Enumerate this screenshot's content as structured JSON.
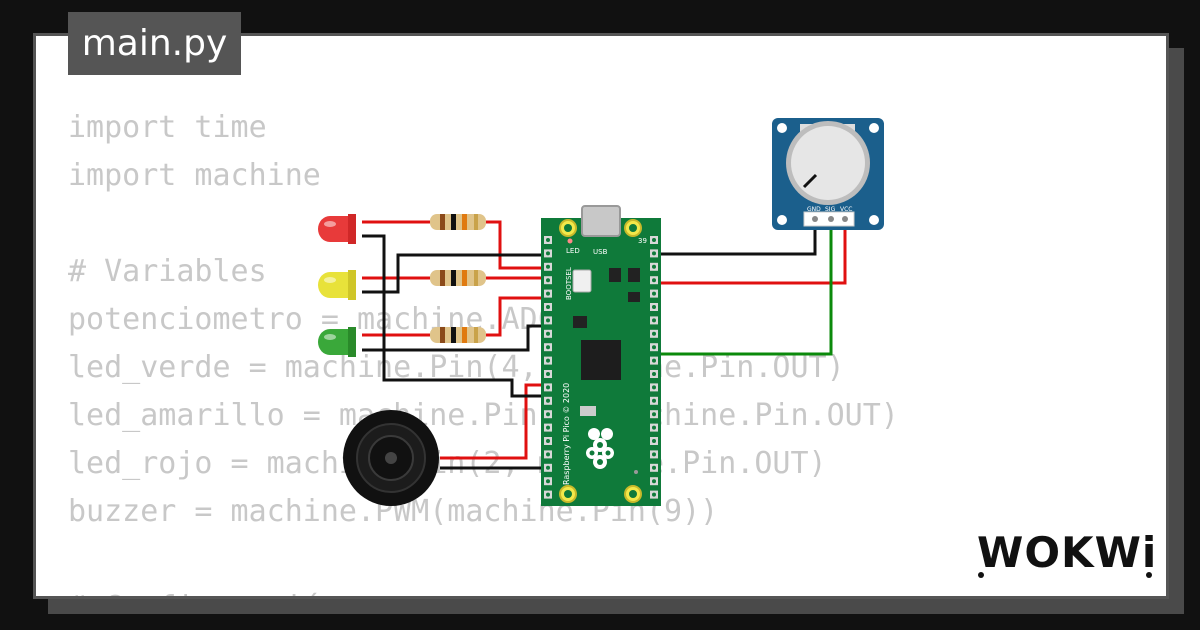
{
  "tab": {
    "filename": "main.py"
  },
  "code": {
    "lines": [
      "import time",
      "import machine",
      "",
      "# Variables",
      "potenciometro = machine.ADC(26)",
      "led_verde = machine.Pin(4, machine.Pin.OUT)",
      "led_amarillo = machine.Pin(3, machine.Pin.OUT)",
      "led_rojo = machine.Pin(2, machine.Pin.OUT)",
      "buzzer = machine.PWM(machine.Pin(9))",
      "",
      "# Configuración"
    ]
  },
  "board": {
    "usb_label": "USB",
    "led_label": "LED",
    "bootsel_label": "BOOTSEL",
    "pin_label": "39",
    "silk_text": "Raspberry Pi Pico © 2020"
  },
  "potentiometer": {
    "pin_labels": [
      "GND",
      "SIG",
      "VCC"
    ]
  },
  "logo": {
    "text": "WOKWi"
  },
  "colors": {
    "background": "#111111",
    "card": "#ffffff",
    "tab": "#555555",
    "code_text": "#c8c8c8",
    "pcb_green": "#0f7a3a",
    "pot_blue": "#1b5f8c",
    "wire_red": "#e01010",
    "wire_black": "#111111",
    "wire_green": "#0b8a0b",
    "led_red": "#e83a3a",
    "led_yellow": "#e8e23a",
    "led_green": "#3aa83a"
  }
}
